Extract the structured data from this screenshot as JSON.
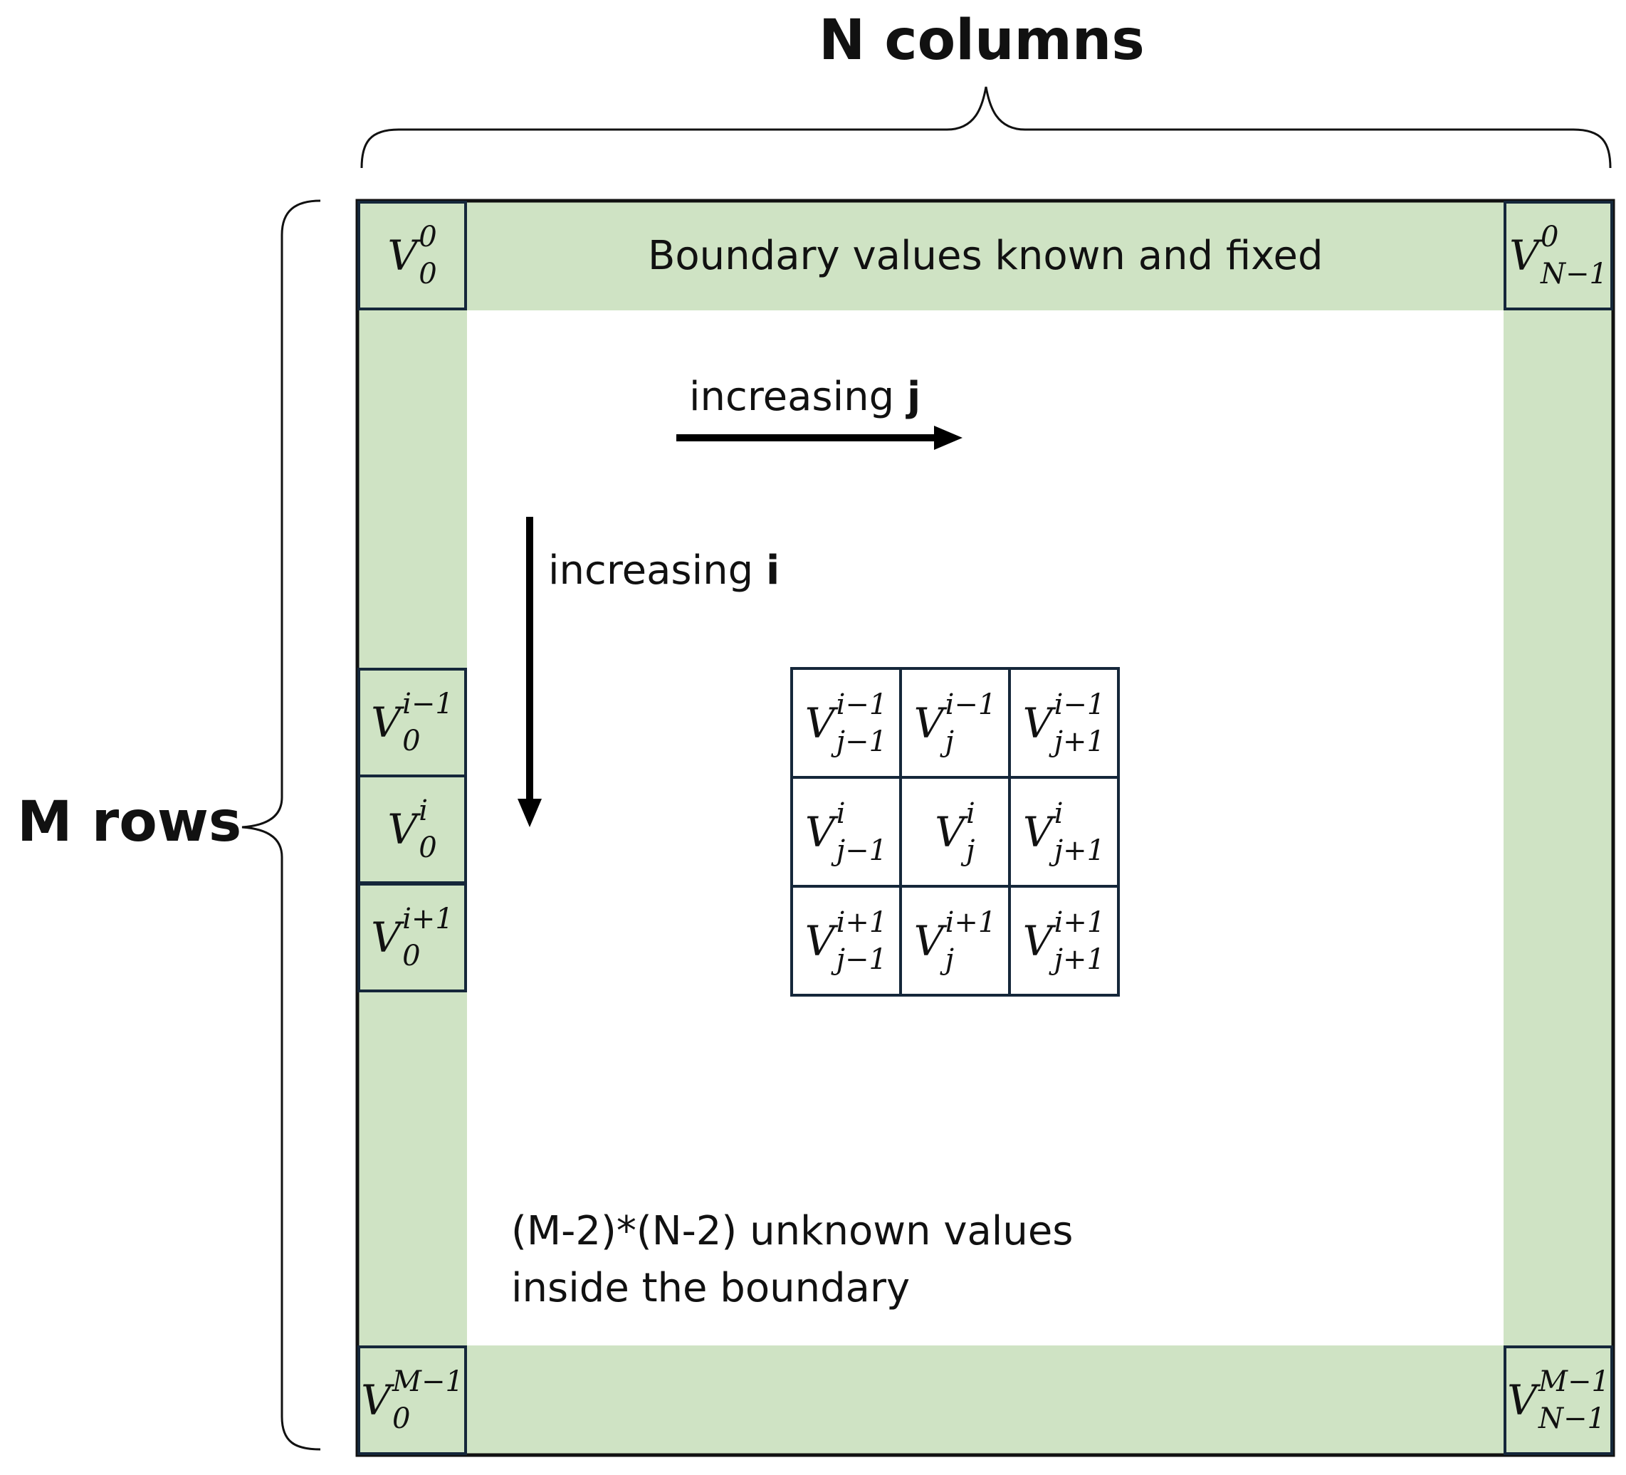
{
  "headings": {
    "columns": "N columns",
    "rows": "M rows"
  },
  "boundary_label": "Boundary values known and fixed",
  "arrows": {
    "j_prefix": "increasing ",
    "j_var": "j",
    "i_prefix": "increasing ",
    "i_var": "i"
  },
  "note": {
    "line1": "(M-2)*(N-2) unknown values",
    "line2": "inside the boundary"
  },
  "corner_cells": {
    "top_left": {
      "v": "V",
      "sup": "0",
      "sub": "0"
    },
    "top_right": {
      "v": "V",
      "sup": "0",
      "sub": "N−1"
    },
    "bottom_left": {
      "v": "V",
      "sup": "M−1",
      "sub": "0"
    },
    "bottom_right": {
      "v": "V",
      "sup": "M−1",
      "sub": "N−1"
    }
  },
  "left_cells": [
    {
      "v": "V",
      "sup": "i−1",
      "sub": "0"
    },
    {
      "v": "V",
      "sup": "i",
      "sub": "0"
    },
    {
      "v": "V",
      "sup": "i+1",
      "sub": "0"
    }
  ],
  "stencil": [
    [
      {
        "v": "V",
        "sup": "i−1",
        "sub": "j−1"
      },
      {
        "v": "V",
        "sup": "i−1",
        "sub": "j"
      },
      {
        "v": "V",
        "sup": "i−1",
        "sub": "j+1"
      }
    ],
    [
      {
        "v": "V",
        "sup": "i",
        "sub": "j−1"
      },
      {
        "v": "V",
        "sup": "i",
        "sub": "j"
      },
      {
        "v": "V",
        "sup": "i",
        "sub": "j+1"
      }
    ],
    [
      {
        "v": "V",
        "sup": "i+1",
        "sub": "j−1"
      },
      {
        "v": "V",
        "sup": "i+1",
        "sub": "j"
      },
      {
        "v": "V",
        "sup": "i+1",
        "sub": "j+1"
      }
    ]
  ],
  "colors": {
    "boundary_fill": "#cfe3c4",
    "outline": "#15273a"
  }
}
